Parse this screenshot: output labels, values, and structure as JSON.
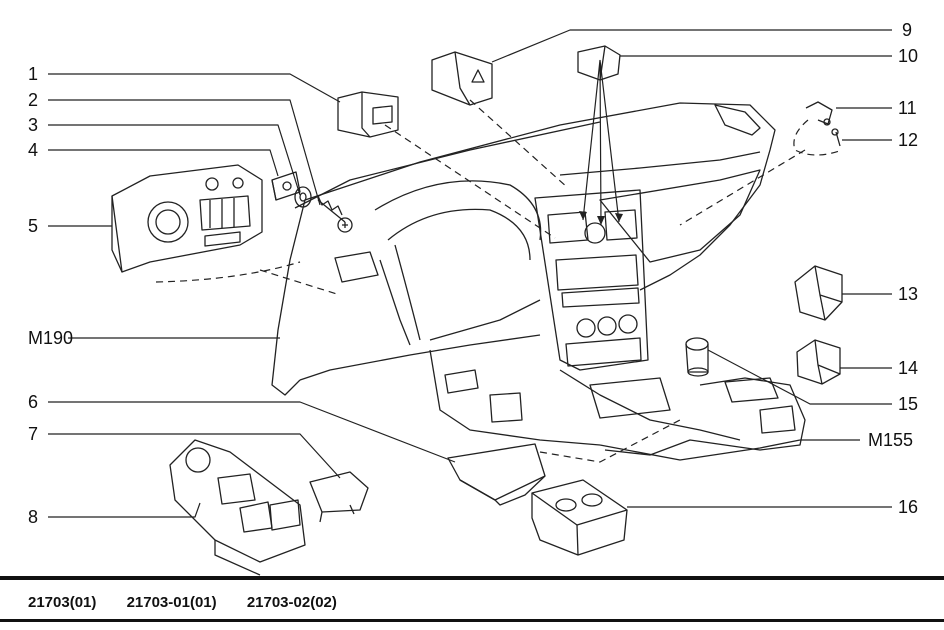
{
  "callouts": {
    "c1": "1",
    "c2": "2",
    "c3": "3",
    "c4": "4",
    "c5": "5",
    "c6": "6",
    "c7": "7",
    "c8": "8",
    "c9": "9",
    "c10": "10",
    "c11": "11",
    "c12": "12",
    "c13": "13",
    "c14": "14",
    "c15": "15",
    "c16": "16",
    "m190": "M190",
    "m155": "M155"
  },
  "footer": {
    "codes": [
      "21703(01)",
      "21703-01(01)",
      "21703-02(02)"
    ]
  }
}
